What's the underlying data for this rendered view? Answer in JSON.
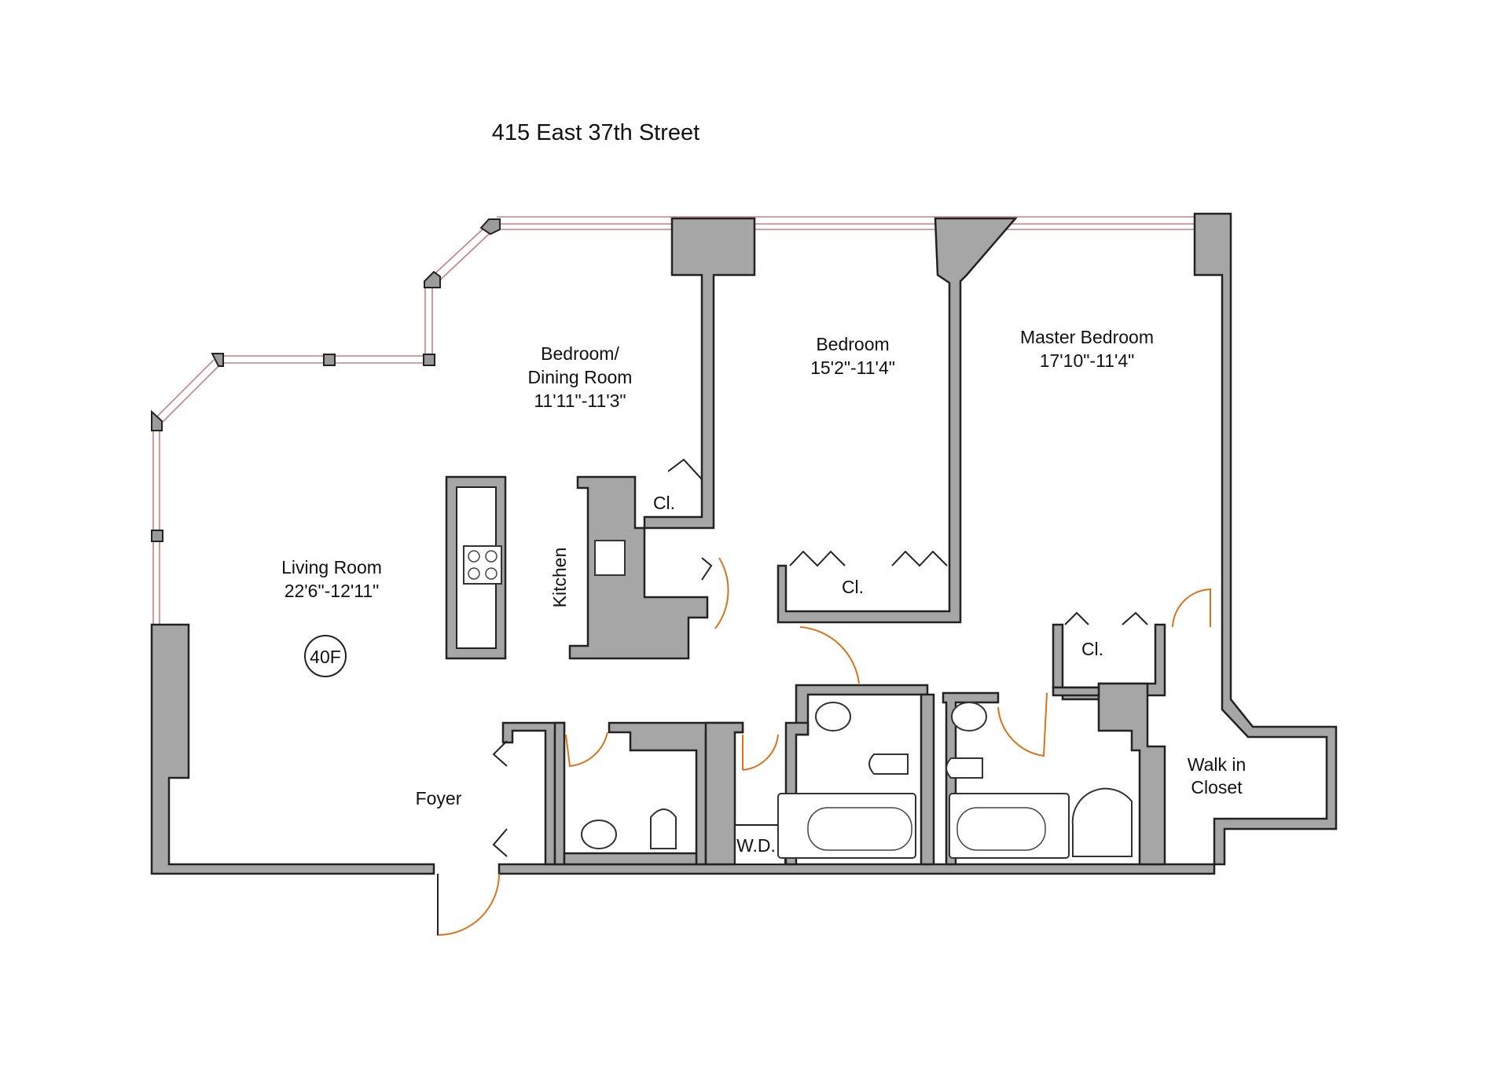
{
  "title": "415 East 37th Street",
  "unit_badge": "40F",
  "rooms": {
    "living": {
      "name": "Living Room",
      "dims": "22'6\"-12'11\""
    },
    "bed_dining": {
      "name_line1": "Bedroom/",
      "name_line2": "Dining Room",
      "dims": "11'11\"-11'3\""
    },
    "bedroom": {
      "name": "Bedroom",
      "dims": "15'2\"-11'4\""
    },
    "master": {
      "name": "Master Bedroom",
      "dims": "17'10\"-11'4\""
    },
    "kitchen": {
      "name": "Kitchen"
    },
    "foyer": {
      "name": "Foyer"
    },
    "walk_in": {
      "name_line1": "Walk in",
      "name_line2": "Closet"
    },
    "closet_label": "Cl.",
    "washer_dryer": "W.D."
  },
  "colors": {
    "wall_fill": "#a6a6a6",
    "window": "#c98080",
    "door_swing": "#d9731e"
  }
}
